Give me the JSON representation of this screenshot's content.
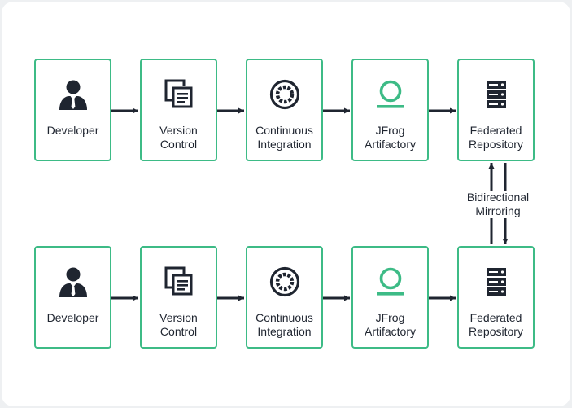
{
  "rows": [
    {
      "nodes": [
        {
          "icon": "developer-icon",
          "line1": "Developer",
          "line2": ""
        },
        {
          "icon": "version-control-icon",
          "line1": "Version",
          "line2": "Control"
        },
        {
          "icon": "continuous-integration-icon",
          "line1": "Continuous",
          "line2": "Integration"
        },
        {
          "icon": "jfrog-artifactory-icon",
          "line1": "JFrog",
          "line2": "Artifactory"
        },
        {
          "icon": "server-rack-icon",
          "line1": "Federated",
          "line2": "Repository"
        }
      ]
    },
    {
      "nodes": [
        {
          "icon": "developer-icon",
          "line1": "Developer",
          "line2": ""
        },
        {
          "icon": "version-control-icon",
          "line1": "Version",
          "line2": "Control"
        },
        {
          "icon": "continuous-integration-icon",
          "line1": "Continuous",
          "line2": "Integration"
        },
        {
          "icon": "jfrog-artifactory-icon",
          "line1": "JFrog",
          "line2": "Artifactory"
        },
        {
          "icon": "server-rack-icon",
          "line1": "Federated",
          "line2": "Repository"
        }
      ]
    }
  ],
  "mirror": {
    "line1": "Bidirectional",
    "line2": "Mirroring"
  },
  "colors": {
    "accent": "#3dbb86",
    "dark": "#1f2530"
  }
}
